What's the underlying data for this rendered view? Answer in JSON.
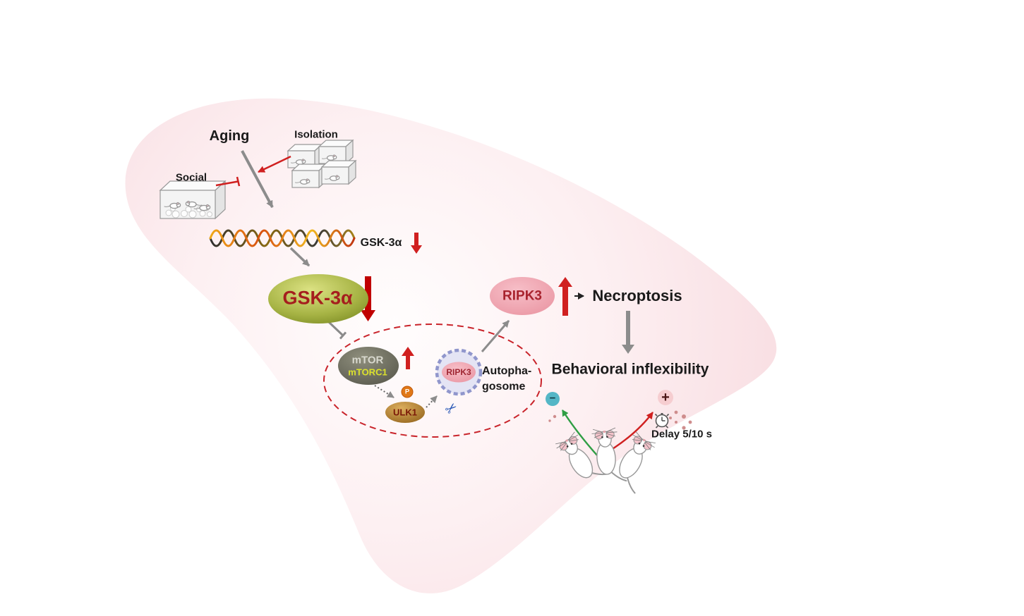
{
  "diagram": {
    "nodes": {
      "aging": "Aging",
      "isolation": "Isolation",
      "social": "Social",
      "gene_label": "GSK-3α",
      "gsk3a": "GSK-3α",
      "mtor": "mTOR",
      "mtorc1": "mTORC1",
      "phospho": "P",
      "ulk1": "ULK1",
      "ripk3_vesicle": "RIPK3",
      "autophagosome_line1": "Autopha-",
      "autophagosome_line2": "gosome",
      "ripk3": "RIPK3",
      "necroptosis": "Necroptosis",
      "behavioral_inflexibility": "Behavioral inflexibility",
      "delay": "Delay 5/10 s",
      "minus_badge": "−",
      "plus_badge": "+"
    },
    "icons": {
      "scissors": "✂"
    },
    "colors": {
      "background_blob_edge": "#f7d9de",
      "background_blob_center": "#fffdfd",
      "gsk3a_fill": "#9aa93a",
      "gsk3a_text": "#a51e1e",
      "mtor_fill": "#6b6b5c",
      "mtor_text": "#d9d9cf",
      "mtorc1_text": "#dce22c",
      "ulk1_fill": "#b07f2e",
      "ulk1_text": "#7a1808",
      "ripk3_fill": "#efa5b0",
      "ripk3_text": "#a8232e",
      "autophagosome_ring": "#9096cc",
      "autophagosome_fill": "#e4e4f4",
      "dashed_ellipse": "#c9242b",
      "arrow_gray": "#8c8c8c",
      "arrow_red": "#d02020",
      "arrow_green": "#2f9e44",
      "minus_fill": "#54b6c6",
      "plus_fill": "#f6cdd0",
      "dots": "#cf8d8d",
      "phospho_fill": "#e07818"
    }
  }
}
